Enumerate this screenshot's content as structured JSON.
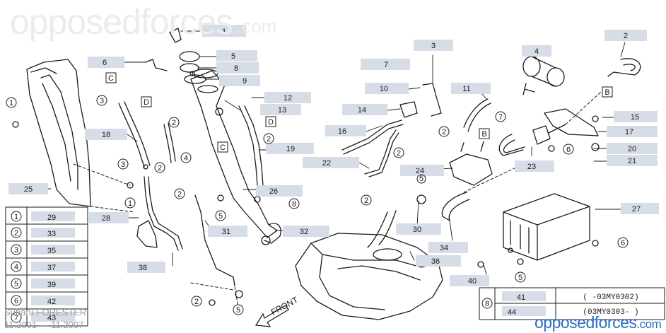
{
  "watermark": {
    "brand": "opposedforces",
    "suffix": ".com"
  },
  "model": {
    "name": "Subaru FORESTER",
    "years": "11.2001 — 11.2007"
  },
  "callouts": [
    {
      "id": "c1",
      "label": "1"
    },
    {
      "id": "c2",
      "label": "2"
    },
    {
      "id": "c3",
      "label": "3"
    },
    {
      "id": "c4",
      "label": "4"
    },
    {
      "id": "c5",
      "label": "5"
    },
    {
      "id": "c6",
      "label": "6"
    },
    {
      "id": "c7",
      "label": "7"
    },
    {
      "id": "c8",
      "label": "8"
    },
    {
      "id": "c9",
      "label": "9"
    },
    {
      "id": "c10",
      "label": "10"
    },
    {
      "id": "c11",
      "label": "11"
    },
    {
      "id": "c12",
      "label": "12"
    },
    {
      "id": "c13",
      "label": "13"
    },
    {
      "id": "c14",
      "label": "14"
    },
    {
      "id": "c15",
      "label": "15"
    },
    {
      "id": "c16",
      "label": "16"
    },
    {
      "id": "c17",
      "label": "17"
    },
    {
      "id": "c18",
      "label": "18"
    },
    {
      "id": "c19",
      "label": "19"
    },
    {
      "id": "c20",
      "label": "20"
    },
    {
      "id": "c21",
      "label": "21"
    },
    {
      "id": "c22",
      "label": "22"
    },
    {
      "id": "c23",
      "label": "23"
    },
    {
      "id": "c24",
      "label": "24"
    },
    {
      "id": "c25",
      "label": "25"
    },
    {
      "id": "c26",
      "label": "26"
    },
    {
      "id": "c27",
      "label": "27"
    },
    {
      "id": "c28",
      "label": "28"
    },
    {
      "id": "c30",
      "label": "30"
    },
    {
      "id": "c31",
      "label": "31"
    },
    {
      "id": "c32",
      "label": "32"
    },
    {
      "id": "c34",
      "label": "34"
    },
    {
      "id": "c36",
      "label": "36"
    },
    {
      "id": "c38",
      "label": "38"
    },
    {
      "id": "c40",
      "label": "40"
    }
  ],
  "circled_markers": [
    {
      "id": "m1a",
      "label": "1"
    },
    {
      "id": "m1b",
      "label": "1"
    },
    {
      "id": "m2a",
      "label": "2"
    },
    {
      "id": "m2b",
      "label": "2"
    },
    {
      "id": "m2c",
      "label": "2"
    },
    {
      "id": "m2d",
      "label": "2"
    },
    {
      "id": "m2e",
      "label": "2"
    },
    {
      "id": "m2f",
      "label": "2"
    },
    {
      "id": "m2g",
      "label": "2"
    },
    {
      "id": "m2h",
      "label": "2"
    },
    {
      "id": "m3a",
      "label": "3"
    },
    {
      "id": "m3b",
      "label": "3"
    },
    {
      "id": "m4a",
      "label": "4"
    },
    {
      "id": "m5a",
      "label": "5"
    },
    {
      "id": "m5b",
      "label": "5"
    },
    {
      "id": "m5c",
      "label": "5"
    },
    {
      "id": "m5d",
      "label": "5"
    },
    {
      "id": "m6a",
      "label": "6"
    },
    {
      "id": "m6b",
      "label": "6"
    },
    {
      "id": "m6c",
      "label": "6"
    },
    {
      "id": "m7a",
      "label": "7"
    },
    {
      "id": "m8a",
      "label": "8"
    }
  ],
  "boxed_markers": [
    {
      "id": "bC1",
      "label": "C"
    },
    {
      "id": "bC2",
      "label": "C"
    },
    {
      "id": "bD1",
      "label": "D"
    },
    {
      "id": "bD2",
      "label": "D"
    },
    {
      "id": "bB1",
      "label": "B"
    },
    {
      "id": "bB2",
      "label": "B"
    }
  ],
  "key_table": [
    {
      "symbol": "1",
      "part": "29"
    },
    {
      "symbol": "2",
      "part": "33"
    },
    {
      "symbol": "3",
      "part": "35"
    },
    {
      "symbol": "4",
      "part": "37"
    },
    {
      "symbol": "5",
      "part": "39"
    },
    {
      "symbol": "6",
      "part": "42"
    },
    {
      "symbol": "7",
      "part": "43"
    }
  ],
  "variant_table": {
    "symbol": "8",
    "rows": [
      {
        "part": "41",
        "range": "(  -03MY0302)"
      },
      {
        "part": "44",
        "range": "(03MY0303-  )"
      }
    ]
  },
  "front_label": "FRONT"
}
